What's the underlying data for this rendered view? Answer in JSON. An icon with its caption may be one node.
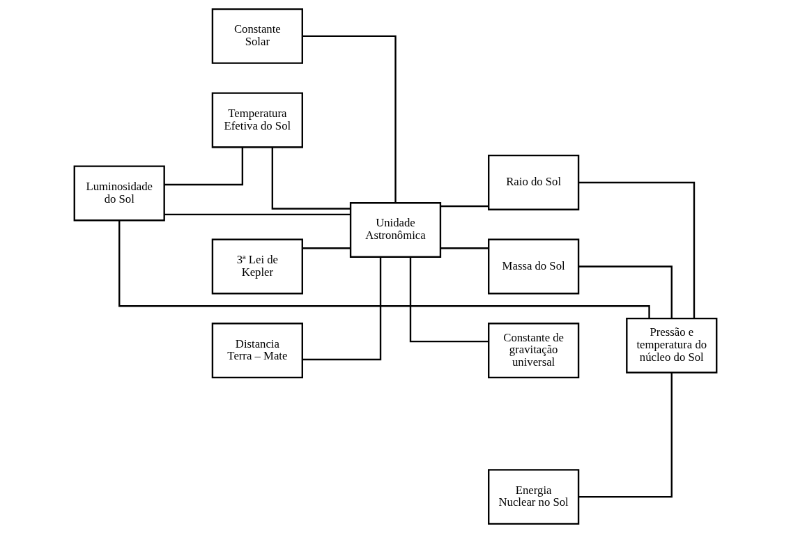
{
  "diagram": {
    "nodes": [
      {
        "text": [
          "Constante Solar"
        ]
      },
      {
        "text": [
          "Luminosidade do Sol"
        ]
      },
      {
        "text": [
          "3ª Lei de Kepler"
        ]
      },
      {
        "text": [
          "Temperatura Efetiva do Sol"
        ]
      },
      {
        "text": [
          "Energia Nuclear no Sol"
        ]
      },
      {
        "text": [
          "Unidade Astronômica"
        ]
      },
      {
        "text": [
          "Raio do Sol"
        ]
      },
      {
        "text": [
          "Pressão e temperatura do núcleo do Sol"
        ]
      },
      {
        "text": [
          "Distancia Terra – Mate"
        ]
      },
      {
        "text": [
          "Massa do Sol"
        ]
      },
      {
        "text": [
          "Constante de gravitação universal"
        ]
      }
    ],
    "edges": [
      {
        "from": 0,
        "to": 5,
        "arrow": "none"
      },
      {
        "from": 1,
        "to": 5,
        "arrow": "none"
      },
      {
        "from": 1,
        "to": 3,
        "arrow": "none"
      },
      {
        "from": 3,
        "to": 5,
        "arrow": "none"
      },
      {
        "from": 1,
        "to": 7,
        "arrow": "none"
      },
      {
        "from": 4,
        "to": 7,
        "arrow": "none"
      },
      {
        "from": 2,
        "to": 5,
        "arrow": "none"
      },
      {
        "from": 8,
        "to": 5,
        "arrow": "none"
      },
      {
        "from": 5,
        "to": 6,
        "arrow": "none"
      },
      {
        "from": 5,
        "to": 9,
        "arrow": "none"
      },
      {
        "from": 5,
        "to": 10,
        "arrow": "none"
      },
      {
        "from": 6,
        "to": 7,
        "arrow": "none"
      },
      {
        "from": 9,
        "to": 7,
        "arrow": "none"
      }
    ]
  }
}
